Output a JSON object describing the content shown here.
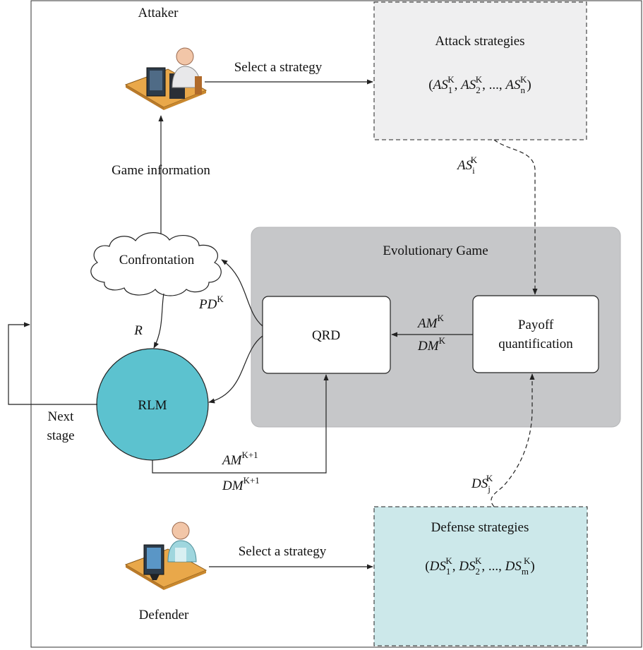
{
  "labels": {
    "attacker": "Attaker",
    "defender": "Defender",
    "select_strategy_top": "Select a strategy",
    "select_strategy_bottom": "Select a strategy",
    "game_information": "Game information",
    "confrontation": "Confrontation",
    "evolutionary_game": "Evolutionary Game",
    "qrd": "QRD",
    "payoff_line1": "Payoff",
    "payoff_line2": "quantification",
    "rlm": "RLM",
    "next_stage_line1": "Next",
    "next_stage_line2": "stage",
    "attack_strategies_title": "Attack strategies",
    "defense_strategies_title": "Defense strategies",
    "r_label": "R"
  },
  "math": {
    "attack_set": {
      "open": "(",
      "sep": ", ",
      "ellipsis": "...",
      "close": ")",
      "base": "AS",
      "sup": "K",
      "subs": [
        "1",
        "2",
        "n"
      ]
    },
    "defense_set": {
      "open": "(",
      "sep": ", ",
      "ellipsis": "...",
      "close": ")",
      "base": "DS",
      "sup": "K",
      "subs": [
        "1",
        "2",
        "m"
      ]
    },
    "as_i": {
      "base": "AS",
      "sup": "K",
      "sub": "i"
    },
    "ds_j": {
      "base": "DS",
      "sup": "K",
      "sub": "j"
    },
    "pd": {
      "base": "PD",
      "sup": "K"
    },
    "am": {
      "base": "AM",
      "sup": "K"
    },
    "dm": {
      "base": "DM",
      "sup": "K"
    },
    "am_next": {
      "base": "AM",
      "sup": "K+1"
    },
    "dm_next": {
      "base": "DM",
      "sup": "K+1"
    }
  },
  "colors": {
    "evolutionary_game_bg": "#c6c7c9",
    "attack_box_bg": "#efeff0",
    "defense_box_bg": "#cce8ea",
    "rlm_fill": "#5cc2cf",
    "line": "#222222"
  },
  "icons": {
    "attacker": "attacker-workstation-icon",
    "defender": "defender-workstation-icon"
  }
}
